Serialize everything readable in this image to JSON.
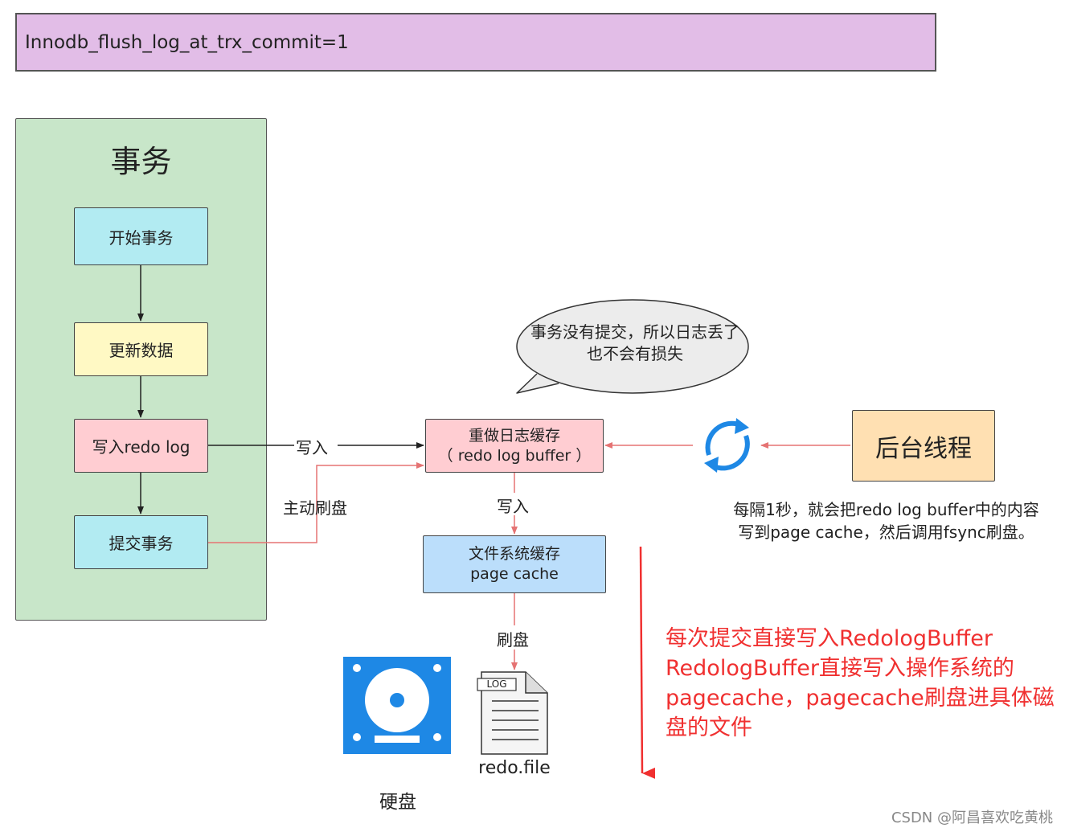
{
  "header": {
    "title": "Innodb_flush_log_at_trx_commit=1"
  },
  "transaction": {
    "title": "事务",
    "steps": [
      "开始事务",
      "更新数据",
      "写入redo log",
      "提交事务"
    ]
  },
  "redo_buffer": {
    "line1": "重做日志缓存",
    "line2": "（ redo log buffer ）"
  },
  "page_cache": {
    "line1": "文件系统缓存",
    "line2": "page cache"
  },
  "background": {
    "label": "后台线程",
    "note_line1": "每隔1秒，就会把redo log buffer中的内容",
    "note_line2": "写到page cache，然后调用fsync刷盘。"
  },
  "edges": {
    "write": "写入",
    "active_flush": "主动刷盘",
    "write_cache": "写入",
    "flush": "刷盘"
  },
  "bubble": {
    "line1": "事务没有提交，所以日志丢了",
    "line2": "也不会有损失"
  },
  "disk": {
    "label": "硬盘"
  },
  "file": {
    "tag": "LOG",
    "label": "redo.file"
  },
  "red_note": {
    "line1": "每次提交直接写入RedologBuffer",
    "line2": "RedologBuffer直接写入操作系统的",
    "line3": "pagecache，pagecache刷盘进具体磁",
    "line4": "盘的文件"
  },
  "watermark": "CSDN @阿昌喜欢吃黄桃",
  "colors": {
    "panel_green": "#c8e6c9",
    "header_purple": "#e2bde7",
    "flow_red": "#e57373",
    "note_red": "#f03030",
    "disk_blue": "#1e88e5"
  }
}
